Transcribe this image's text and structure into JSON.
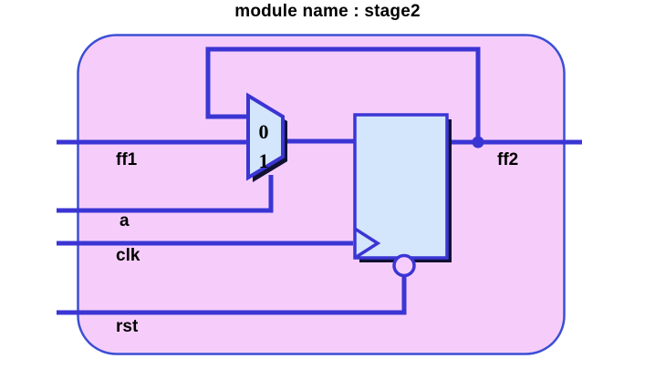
{
  "title": "module name : stage2",
  "colors": {
    "module_fill": "#f6cdfa",
    "module_border": "#3b4fd4",
    "wire": "#3b35d4",
    "block_fill": "#d3e6fb",
    "block_border": "#3b35d4",
    "shadow": "#111133",
    "text": "#000000",
    "page_background": "#ffffff"
  },
  "module": {
    "name": "stage2",
    "shape": "rounded-rectangle"
  },
  "ports": {
    "inputs": [
      {
        "name": "ff1",
        "label": "ff1"
      },
      {
        "name": "a",
        "label": "a"
      },
      {
        "name": "clk",
        "label": "clk"
      },
      {
        "name": "rst",
        "label": "rst"
      }
    ],
    "outputs": [
      {
        "name": "ff2",
        "label": "ff2"
      }
    ]
  },
  "components": {
    "mux": {
      "name": "multiplexer",
      "input_labels": [
        "0",
        "1"
      ],
      "select_signal": "a",
      "data0_source": "ff2",
      "data1_source": "ff1"
    },
    "flipflop": {
      "name": "d-flip-flop",
      "clock_signal": "clk",
      "reset_signal": "rst",
      "reset_active_low": true,
      "output": "ff2"
    }
  }
}
